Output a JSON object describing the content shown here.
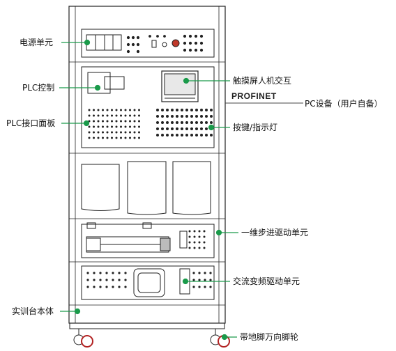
{
  "labels": {
    "power_unit": "电源单元",
    "plc_control": "PLC控制",
    "plc_panel": "PLC接口面板",
    "hmi": "触摸屏人机交互",
    "profinet": "PROFINET",
    "pc": "PC设备（用户自备）",
    "buttons_lights": "按键/指示灯",
    "stepper_unit": "一维步进驱动单元",
    "vfd_unit": "交流变频驱动单元",
    "bench_body": "实训台本体",
    "casters": "带地脚万向脚轮"
  },
  "colors": {
    "leader": "#1a9a4a",
    "outline": "#222222",
    "caster_red": "#b22222"
  }
}
